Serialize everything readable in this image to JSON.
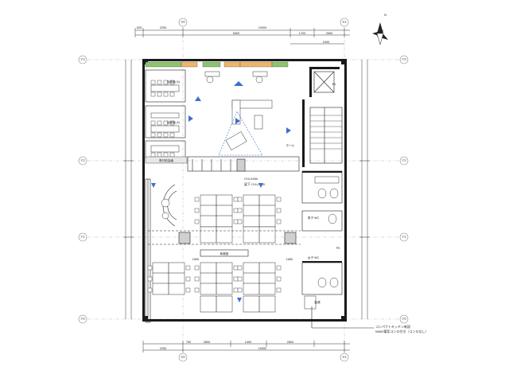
{
  "compass": {
    "label": "N"
  },
  "grid": {
    "rows": [
      "Y3",
      "Y2",
      "Y1",
      "Y0"
    ],
    "cols": [
      "X0",
      "X1"
    ]
  },
  "dims": {
    "top": [
      "625",
      "2250",
      "6300",
      "10000",
      "1700",
      "2600"
    ],
    "top2": [
      "2400"
    ],
    "bottom": [
      "2250",
      "2800",
      "1400",
      "2600",
      "700"
    ],
    "bottom2": [
      "10000"
    ]
  },
  "rooms": {
    "meeting_a": "会議室(小)",
    "meeting_b": "会議室(小)",
    "reception": "受付前会議",
    "ceiling": "CH=2450",
    "ceiling_sub": "梁下 CH=2200",
    "open_office": "執務室",
    "ev": "EV",
    "lobby": "ホール",
    "ps": "PS",
    "wc_m": "男子 WC",
    "wc_f": "女子 WC",
    "sanitary": "給湯",
    "dimension_mark": "1500",
    "dimension_mark2": "1650"
  },
  "annotation": {
    "line1": "コンパクトキッチン新設",
    "line2": "W600電気コンロ付き（コンロなし）"
  },
  "colors": {
    "accent_green": "#8cc56a",
    "accent_orange": "#f0b56a",
    "arrow_blue": "#3c6fd1"
  }
}
